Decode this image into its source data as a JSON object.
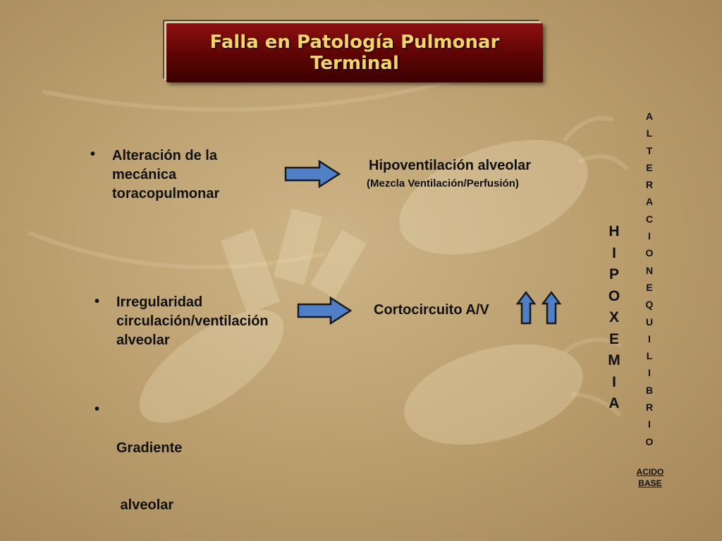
{
  "title": "Falla en Patología Pulmonar Terminal",
  "items": [
    {
      "bullet": "•",
      "lines": [
        "Alteración de la",
        "mecánica",
        "toracopulmonar"
      ]
    },
    {
      "bullet": "•",
      "lines": [
        "Irregularidad",
        "circulación/ventilación",
        "alveolar"
      ]
    },
    {
      "bullet": "•",
      "lines": [
        "Gradiente",
        " alveolar"
      ]
    }
  ],
  "results": {
    "hipoventilacion": "Hipoventilación alveolar",
    "mezcla": "(Mezcla Ventilación/Perfusión)",
    "cortocircuito": "Cortocircuito A/V"
  },
  "hipoxemia": [
    "H",
    "I",
    "P",
    "O",
    "X",
    "E",
    "M",
    "I",
    "A"
  ],
  "alteracion": [
    "A",
    "L",
    "T",
    "E",
    "R",
    "A",
    "C",
    "I",
    "O",
    "N",
    "E",
    "Q",
    "U",
    "I",
    "L",
    "I",
    "B",
    "R",
    "I",
    "O"
  ],
  "acido_base": [
    "ACIDO",
    "BASE"
  ],
  "colors": {
    "title_bg": "#6e0808",
    "title_text": "#f3d36b",
    "arrow_fill": "#4f7fc6",
    "arrow_stroke": "#1a1a1a"
  }
}
